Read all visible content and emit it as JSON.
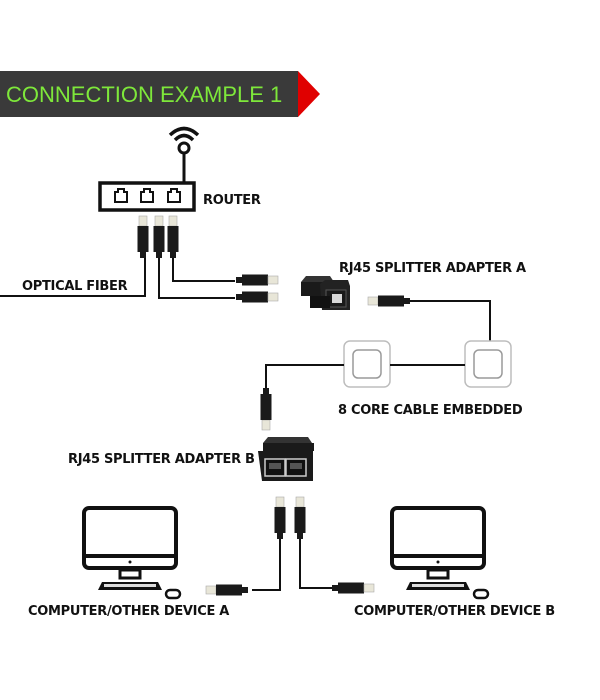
{
  "banner": {
    "title": "CONNECTION EXAMPLE 1",
    "background_color": "#3a3a3a",
    "text_color": "#7ee83a",
    "arrow_color": "#e00000"
  },
  "labels": {
    "router": "ROUTER",
    "optical_fiber": "OPTICAL FIBER",
    "splitter_a": "RJ45 SPLITTER ADAPTER A",
    "cable_embedded": "8 CORE CABLE EMBEDDED",
    "splitter_b": "RJ45 SPLITTER ADAPTER B",
    "device_a": "COMPUTER/OTHER DEVICE A",
    "device_b": "COMPUTER/OTHER DEVICE B"
  },
  "colors": {
    "line": "#111111",
    "connector_body": "#1a1a1a",
    "connector_tip": "#e8e6d8",
    "wall_plate": "#bdbdbd"
  }
}
